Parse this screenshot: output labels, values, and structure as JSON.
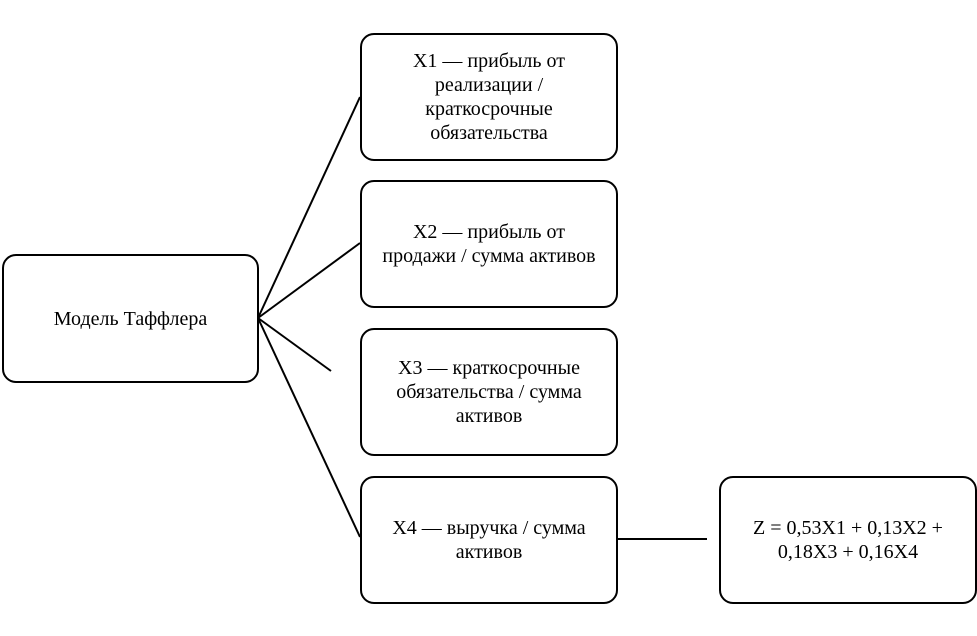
{
  "root": {
    "label": "Модель Таффлера"
  },
  "factors": [
    {
      "label": "X1 — прибыль от\nреализации /\nкраткосрочные\nобязательства"
    },
    {
      "label": "X2 — прибыль от\nпродажи / сумма активов"
    },
    {
      "label": "X3 — краткосрочные\nобязательства / сумма\nактивов"
    },
    {
      "label": "X4 — выручка / сумма\nактивов"
    }
  ],
  "formula": {
    "label": "Z = 0,53X1  + 0,13X2 +\n0,18X3 +  0,16X4"
  }
}
